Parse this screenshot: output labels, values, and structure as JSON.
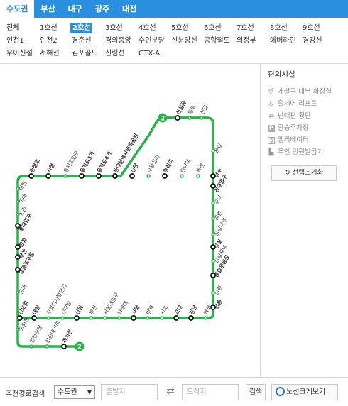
{
  "regions": [
    "수도권",
    "부산",
    "대구",
    "광주",
    "대전"
  ],
  "lines": [
    [
      "전체",
      "1호선",
      "2호선",
      "3호선",
      "4호선",
      "5호선",
      "6호선",
      "7호선",
      "8호선",
      "9호선"
    ],
    [
      "인천1",
      "인천2",
      "경춘선",
      "경의중앙",
      "수인분당",
      "신분당선",
      "공항철도",
      "의정부",
      "에버라인",
      "경강선"
    ],
    [
      "우이신설",
      "서해선",
      "김포골드",
      "신림선",
      "GTX-A"
    ]
  ],
  "active_line": "2호선",
  "facilities": {
    "title": "편의시설",
    "items": [
      {
        "label": "개찰구 내부 화장실",
        "icon": "restroom-icon"
      },
      {
        "label": "휠체어 리프트",
        "icon": "wheelchair-lift-icon"
      },
      {
        "label": "반대편 횡단",
        "icon": "cross-over-icon"
      },
      {
        "label": "환승주차장",
        "icon": "parking-icon"
      },
      {
        "label": "엘리베이터",
        "icon": "elevator-icon"
      },
      {
        "label": "무인 민원발급기",
        "icon": "kiosk-icon"
      }
    ],
    "reset": "선택초기화"
  },
  "route": {
    "label": "추천경로검색",
    "select": "수도권",
    "from_placeholder": "출발지",
    "to_placeholder": "도착지",
    "search": "검색",
    "map_button": "노선크게보기"
  },
  "colors": {
    "line2": "#2ab14a",
    "accent": "#2b8fe0"
  },
  "map": {
    "line_badge": "2",
    "stations": [
      "신설동",
      "용두",
      "신답",
      "용답",
      "성수",
      "건대입구",
      "구의",
      "강변",
      "잠실나루",
      "잠실",
      "잠실새내",
      "종합운동장",
      "삼성",
      "선릉",
      "역삼",
      "강남",
      "교대",
      "서초",
      "방배",
      "사당",
      "낙성대",
      "서울대입구",
      "봉천",
      "신림",
      "신대방",
      "구로디지털단지",
      "대림",
      "신도림",
      "문래",
      "영등포구청",
      "당산",
      "합정",
      "홍대입구",
      "신촌",
      "이대",
      "아현",
      "충정로",
      "시청",
      "을지로입구",
      "을지로3가",
      "을지로4가",
      "동대문역사문화공원",
      "신당",
      "상왕십리",
      "왕십리",
      "한양대",
      "뚝섬",
      "도림천",
      "양천구청",
      "신정네거리",
      "까치산"
    ]
  }
}
